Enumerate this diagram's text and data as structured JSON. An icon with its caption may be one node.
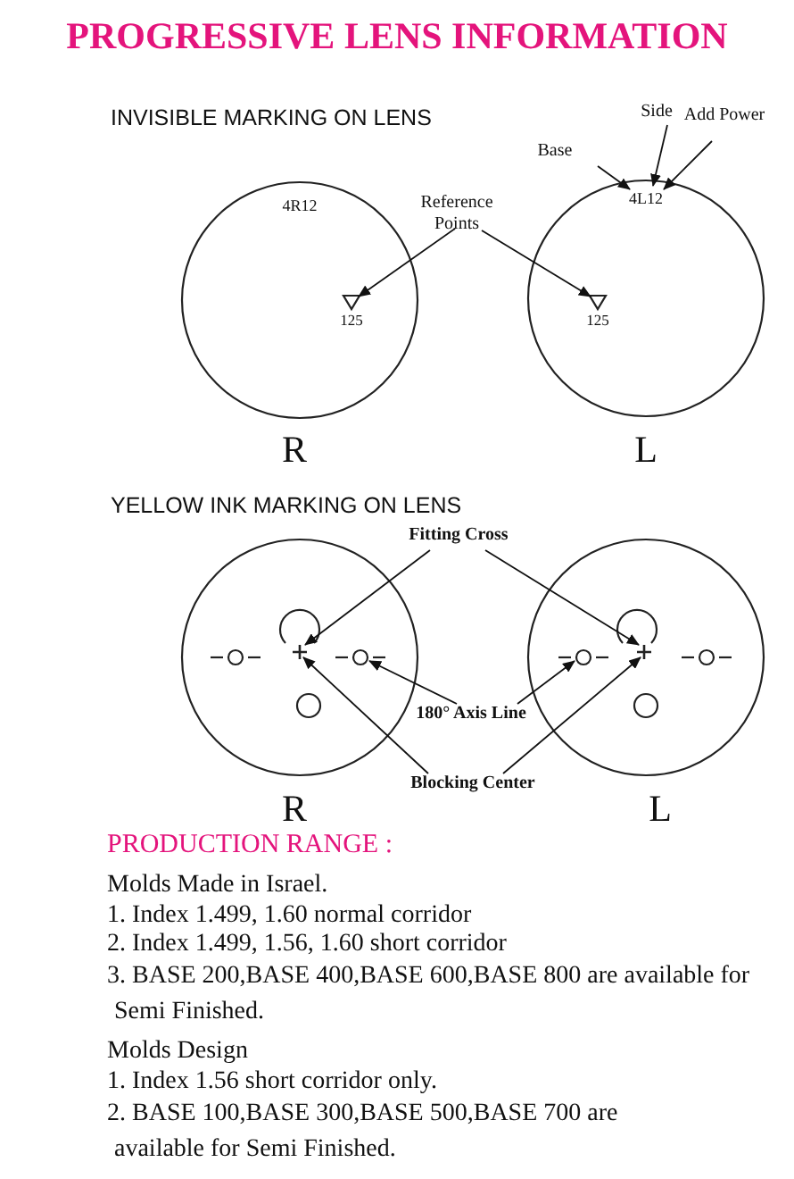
{
  "diagram": {
    "title": "PROGRESSIVE LENS INFORMATION",
    "nodes": [
      {
        "text": [
          "Side"
        ]
      },
      {
        "text": [
          "Add Power"
        ]
      },
      {
        "text": [
          "Base"
        ]
      },
      {
        "text": [
          "4L12"
        ]
      },
      {
        "text": [
          "Reference Points"
        ]
      },
      {
        "text": [],
        "shape": "triangle",
        "beside": [
          "125"
        ]
      },
      {
        "text": [],
        "shape": "triangle",
        "beside": [
          "125"
        ]
      },
      {
        "text": [
          "Fitting Cross"
        ]
      },
      {
        "text": [],
        "shape": "cross"
      },
      {
        "text": [],
        "shape": "circle"
      },
      {
        "text": [],
        "shape": "circle"
      },
      {
        "text": [],
        "shape": "cross"
      },
      {
        "text": [
          "180° Axis Line"
        ]
      },
      {
        "text": [
          "Blocking Center"
        ]
      }
    ],
    "edges": [
      {
        "from": 2,
        "to": 3,
        "arrow": "to"
      },
      {
        "from": 0,
        "to": 3,
        "arrow": "to"
      },
      {
        "from": 1,
        "to": 3,
        "arrow": "to"
      },
      {
        "from": 4,
        "to": 5,
        "arrow": "to"
      },
      {
        "from": 4,
        "to": 6,
        "arrow": "to"
      },
      {
        "from": 7,
        "to": 8,
        "arrow": "to"
      },
      {
        "from": 7,
        "to": 11,
        "arrow": "to"
      },
      {
        "from": 12,
        "to": 9,
        "arrow": "to"
      },
      {
        "from": 12,
        "to": 10,
        "arrow": "to"
      },
      {
        "from": 13,
        "to": 8,
        "arrow": "to"
      },
      {
        "from": 13,
        "to": 11,
        "arrow": "to"
      }
    ],
    "labels": [
      "INVISIBLE MARKING ON LENS",
      "4R12",
      "R",
      "L",
      "YELLOW INK MARKING ON LENS",
      "R",
      "L",
      "PRODUCTION RANGE :",
      "Molds Made in Israel.",
      "1. Index 1.499, 1.60 normal corridor",
      "2. Index 1.499, 1.56, 1.60 short corridor",
      "3. BASE 200,BASE 400,BASE 600,BASE 800 are available for Semi Finished.",
      "Molds Design",
      "1. Index 1.56 short corridor only.",
      "2. BASE 100,BASE 300,BASE 500,BASE 700 are available for Semi Finished."
    ]
  }
}
